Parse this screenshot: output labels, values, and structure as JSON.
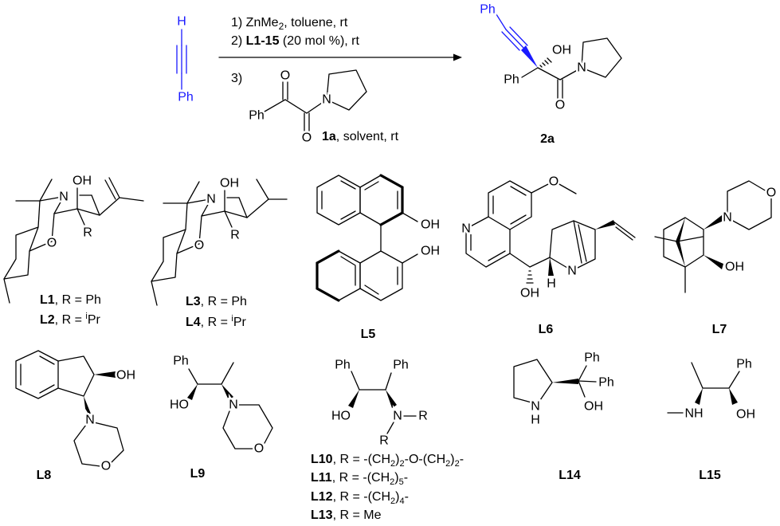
{
  "atoms": {
    "H": "H",
    "Ph": "Ph",
    "O": "O",
    "N": "N",
    "OH": "OH",
    "HO": "HO",
    "R": "R",
    "NH": "NH"
  },
  "conditions": {
    "step1": {
      "prefix": "1) ZnMe",
      "sub": "2",
      "suffix": ", toluene, rt"
    },
    "step2": {
      "prefix": "2) ",
      "bold": "L1-15",
      "suffix": " (20 mol %), rt"
    },
    "step3": "3)",
    "substrate_label": "1a",
    "substrate_suffix": ", solvent, rt"
  },
  "product": {
    "label": "2a"
  },
  "ligands": {
    "L1": {
      "id": "L1",
      "text": ", R = Ph"
    },
    "L2": {
      "id": "L2",
      "prefix": ", R = ",
      "sup": "i",
      "suffix": "Pr"
    },
    "L3": {
      "id": "L3",
      "text": ", R = Ph"
    },
    "L4": {
      "id": "L4",
      "prefix": ", R = ",
      "sup": "i",
      "suffix": "Pr"
    },
    "L5": {
      "id": "L5"
    },
    "L6": {
      "id": "L6"
    },
    "L7": {
      "id": "L7"
    },
    "L8": {
      "id": "L8"
    },
    "L9": {
      "id": "L9"
    },
    "L10": {
      "id": "L10",
      "parts": [
        ", R =  -(CH",
        "2",
        ")",
        "2",
        "-O-(CH",
        "2",
        ")",
        "2",
        "-"
      ]
    },
    "L11": {
      "id": "L11",
      "parts": [
        ", R =  -(CH",
        "2",
        ")",
        "5",
        "-"
      ]
    },
    "L12": {
      "id": "L12",
      "parts": [
        ", R = -(CH",
        "2",
        ")",
        "4",
        "-"
      ]
    },
    "L13": {
      "id": "L13",
      "text": ", R = Me"
    },
    "L14": {
      "id": "L14"
    },
    "L15": {
      "id": "L15"
    }
  },
  "colors": {
    "alkyne": "#1a1aff",
    "ink": "#000000"
  }
}
